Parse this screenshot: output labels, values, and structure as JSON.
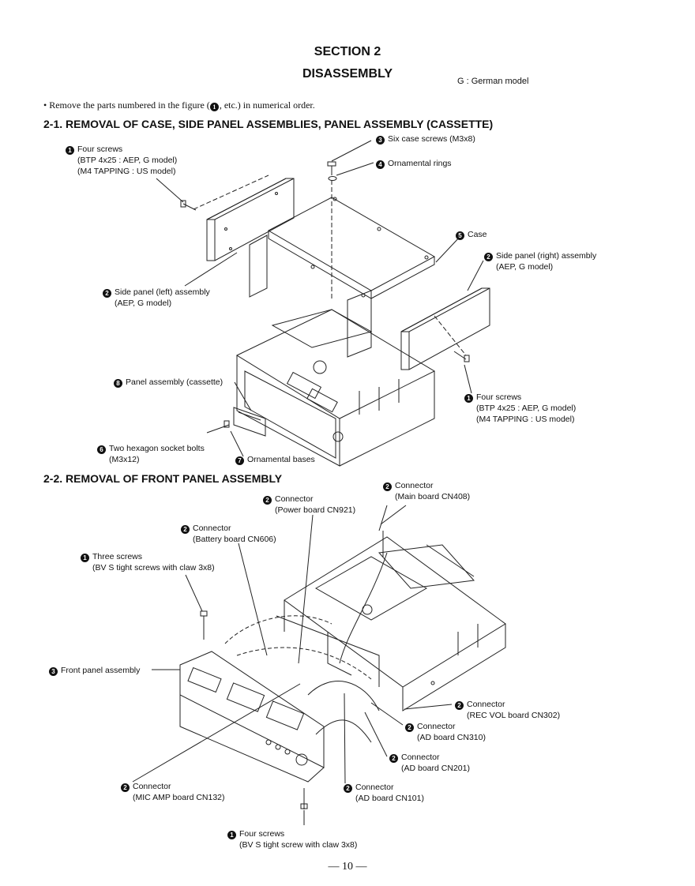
{
  "header": {
    "section": "SECTION 2",
    "title": "DISASSEMBLY",
    "model_note": "G : German model"
  },
  "intro": {
    "text_before": "• Remove the parts numbered in the figure (",
    "badge": "1",
    "text_after": ", etc.) in numerical order."
  },
  "section1": {
    "heading": "2-1. REMOVAL OF CASE, SIDE PANEL ASSEMBLIES, PANEL ASSEMBLY (CASSETTE)",
    "labels": [
      {
        "num": "3",
        "lines": [
          "Six case screws (M3x8)"
        ]
      },
      {
        "num": "1",
        "lines": [
          "Four screws",
          "(BTP 4x25 : AEP, G model)",
          "(M4 TAPPING : US model)"
        ]
      },
      {
        "num": "4",
        "lines": [
          "Ornamental rings"
        ]
      },
      {
        "num": "5",
        "lines": [
          "Case"
        ]
      },
      {
        "num": "2",
        "lines": [
          "Side panel (right) assembly",
          "(AEP, G model)"
        ]
      },
      {
        "num": "2",
        "lines": [
          "Side panel (left) assembly",
          "(AEP, G model)"
        ]
      },
      {
        "num": "8",
        "lines": [
          "Panel assembly (cassette)"
        ]
      },
      {
        "num": "1",
        "lines": [
          "Four screws",
          "(BTP 4x25 : AEP, G model)",
          "(M4 TAPPING : US model)"
        ]
      },
      {
        "num": "6",
        "lines": [
          "Two hexagon socket bolts",
          "(M3x12)"
        ]
      },
      {
        "num": "7",
        "lines": [
          "Ornamental bases"
        ]
      }
    ]
  },
  "section2": {
    "heading": "2-2. REMOVAL OF FRONT PANEL ASSEMBLY",
    "labels": [
      {
        "num": "2",
        "lines": [
          "Connector",
          "(Main board CN408)"
        ]
      },
      {
        "num": "2",
        "lines": [
          "Connector",
          "(Power board CN921)"
        ]
      },
      {
        "num": "2",
        "lines": [
          "Connector",
          "(Battery board CN606)"
        ]
      },
      {
        "num": "1",
        "lines": [
          "Three screws",
          "(BV S tight screws with claw 3x8)"
        ]
      },
      {
        "num": "3",
        "lines": [
          "Front panel assembly"
        ]
      },
      {
        "num": "2",
        "lines": [
          "Connector",
          "(REC VOL board CN302)"
        ]
      },
      {
        "num": "2",
        "lines": [
          "Connector",
          "(AD board CN310)"
        ]
      },
      {
        "num": "2",
        "lines": [
          "Connector",
          "(AD board CN201)"
        ]
      },
      {
        "num": "2",
        "lines": [
          "Connector",
          "(MIC AMP board CN132)"
        ]
      },
      {
        "num": "2",
        "lines": [
          "Connector",
          "(AD board CN101)"
        ]
      },
      {
        "num": "1",
        "lines": [
          "Four screws",
          "(BV S tight screw with claw 3x8)"
        ]
      }
    ]
  },
  "footer": {
    "page": "— 10 —"
  }
}
